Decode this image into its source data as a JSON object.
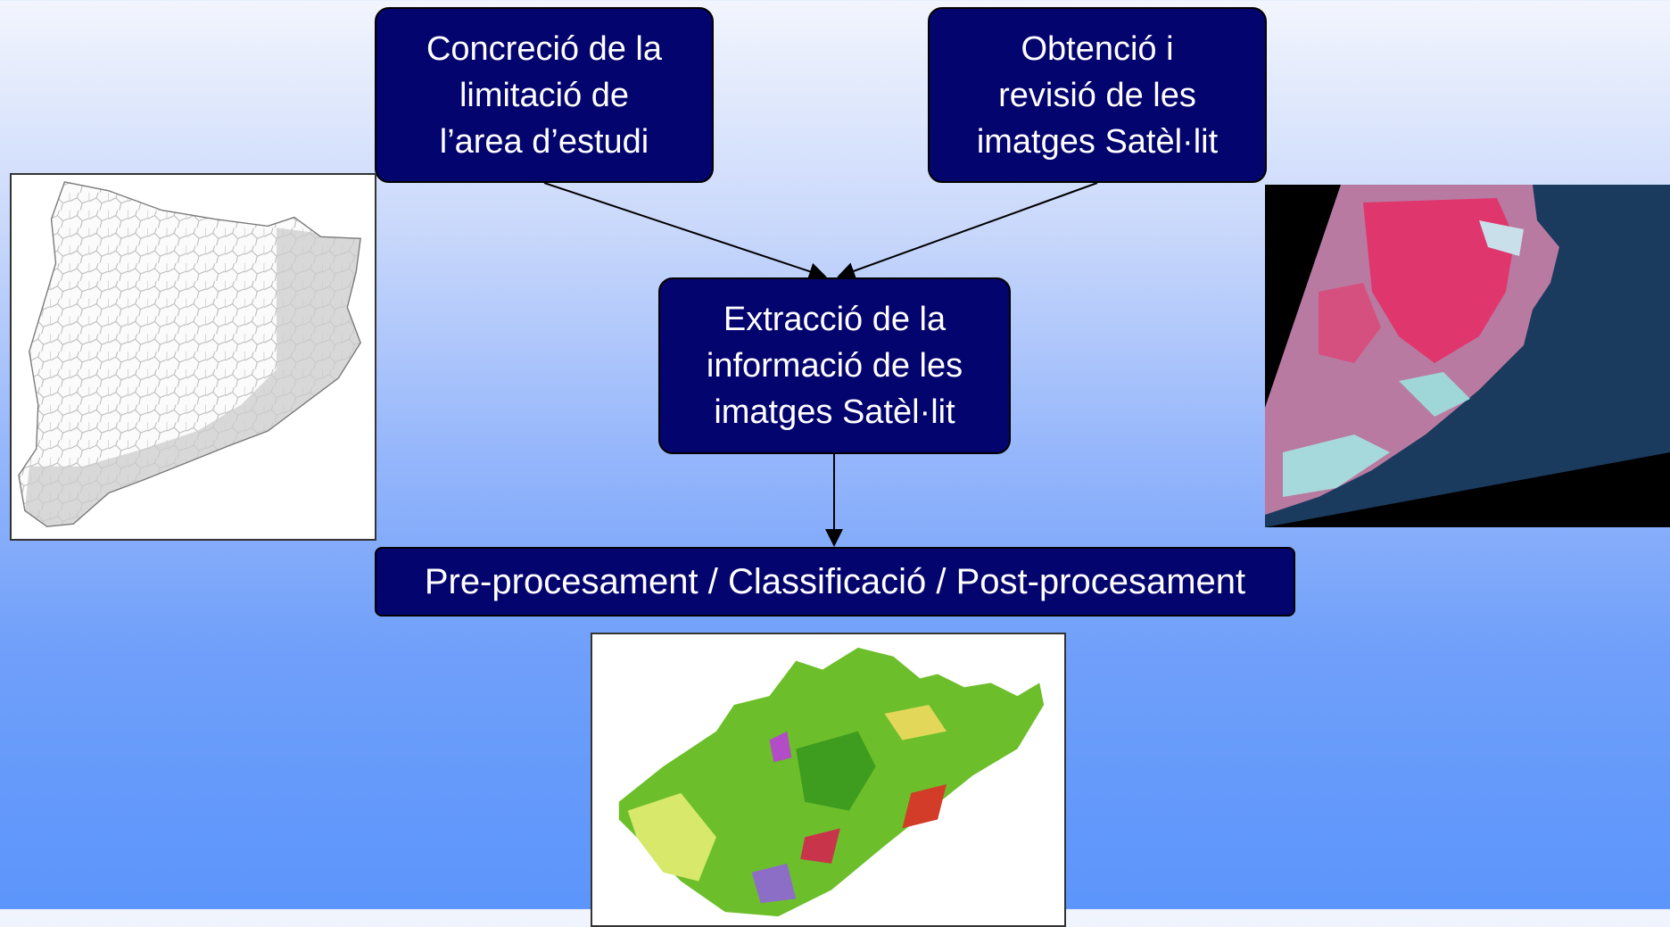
{
  "boxes": {
    "area": [
      "Concreció de la",
      "limitació de",
      "l’area d’estudi"
    ],
    "obtencio": [
      "Obtenció i",
      "revisió de les",
      "imatges Satèl·lit"
    ],
    "extraccio": [
      "Extracció de la",
      "informació de les",
      "imatges Satèl·lit"
    ],
    "processament": "Pre-procesament / Classificació / Post-procesament"
  },
  "colors": {
    "box_fill": "#04046e",
    "box_text": "#ffffff",
    "background_top": "#f2f5fd",
    "background_bottom": "#5c95fb"
  },
  "images": {
    "left": "catalonia-municipalities-map",
    "right": "false-color-satellite-image",
    "bottom": "land-cover-classification-map"
  }
}
